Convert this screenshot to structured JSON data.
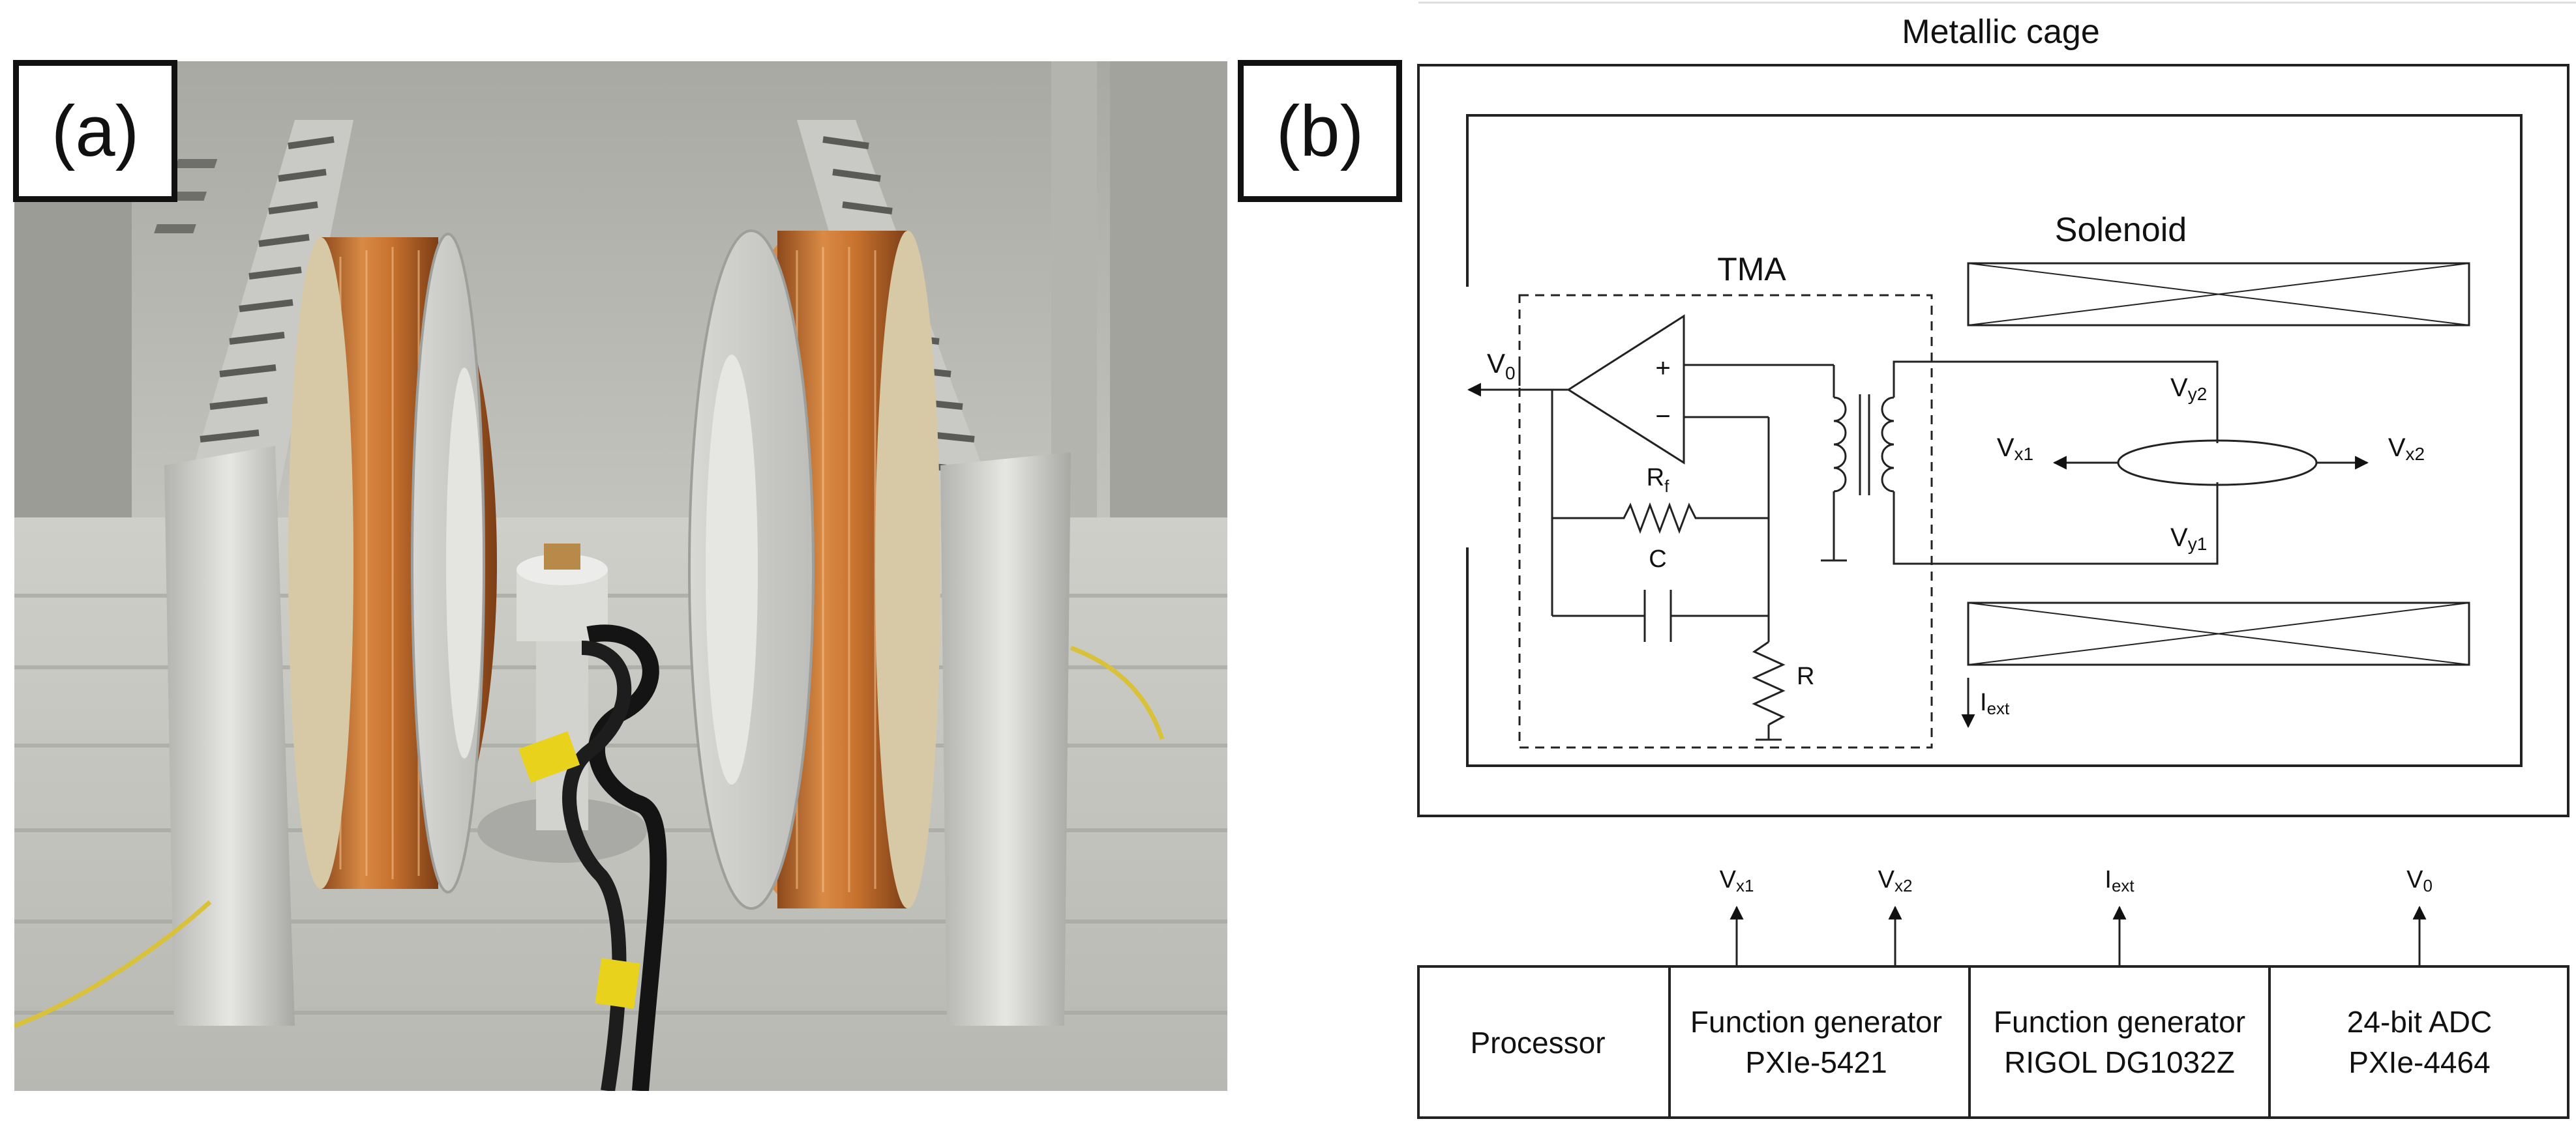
{
  "panel_a": {
    "label": "(a)",
    "photo": {
      "description_icon": "helmholtz-coil-photo",
      "colors": {
        "wall": "#b9b9b4",
        "floor": "#c9c9c4",
        "aluminum": "#d4d4d0",
        "copper": "#c8722e",
        "copper_dark": "#8e4a1c",
        "cable": "#141414",
        "tape": "#e8d21c"
      }
    },
    "floor_marking": "10"
  },
  "panel_b": {
    "label": "(b)",
    "cage_label": "Metallic cage",
    "tma_label": "TMA",
    "solenoid_label": "Solenoid",
    "opamp_plus": "+",
    "opamp_minus": "−",
    "output": {
      "main": "V",
      "sub": "0"
    },
    "rf": {
      "main": "R",
      "sub": "f"
    },
    "c_label": "C",
    "r_label": "R",
    "vy2": {
      "main": "V",
      "sub": "y2"
    },
    "vy1": {
      "main": "V",
      "sub": "y1"
    },
    "vx1": {
      "main": "V",
      "sub": "x1"
    },
    "vx2": {
      "main": "V",
      "sub": "x2"
    },
    "iext": {
      "main": "I",
      "sub": "ext"
    },
    "bottom_signals": [
      {
        "main": "V",
        "sub": "x1"
      },
      {
        "main": "V",
        "sub": "x2"
      },
      {
        "main": "I",
        "sub": "ext"
      },
      {
        "main": "V",
        "sub": "0"
      }
    ],
    "instruments": [
      {
        "line1": "Processor",
        "line2": ""
      },
      {
        "line1": "Function generator",
        "line2": "PXIe-5421"
      },
      {
        "line1": "Function generator",
        "line2": "RIGOL DG1032Z"
      },
      {
        "line1": "24-bit ADC",
        "line2": "PXIe-4464"
      }
    ]
  }
}
